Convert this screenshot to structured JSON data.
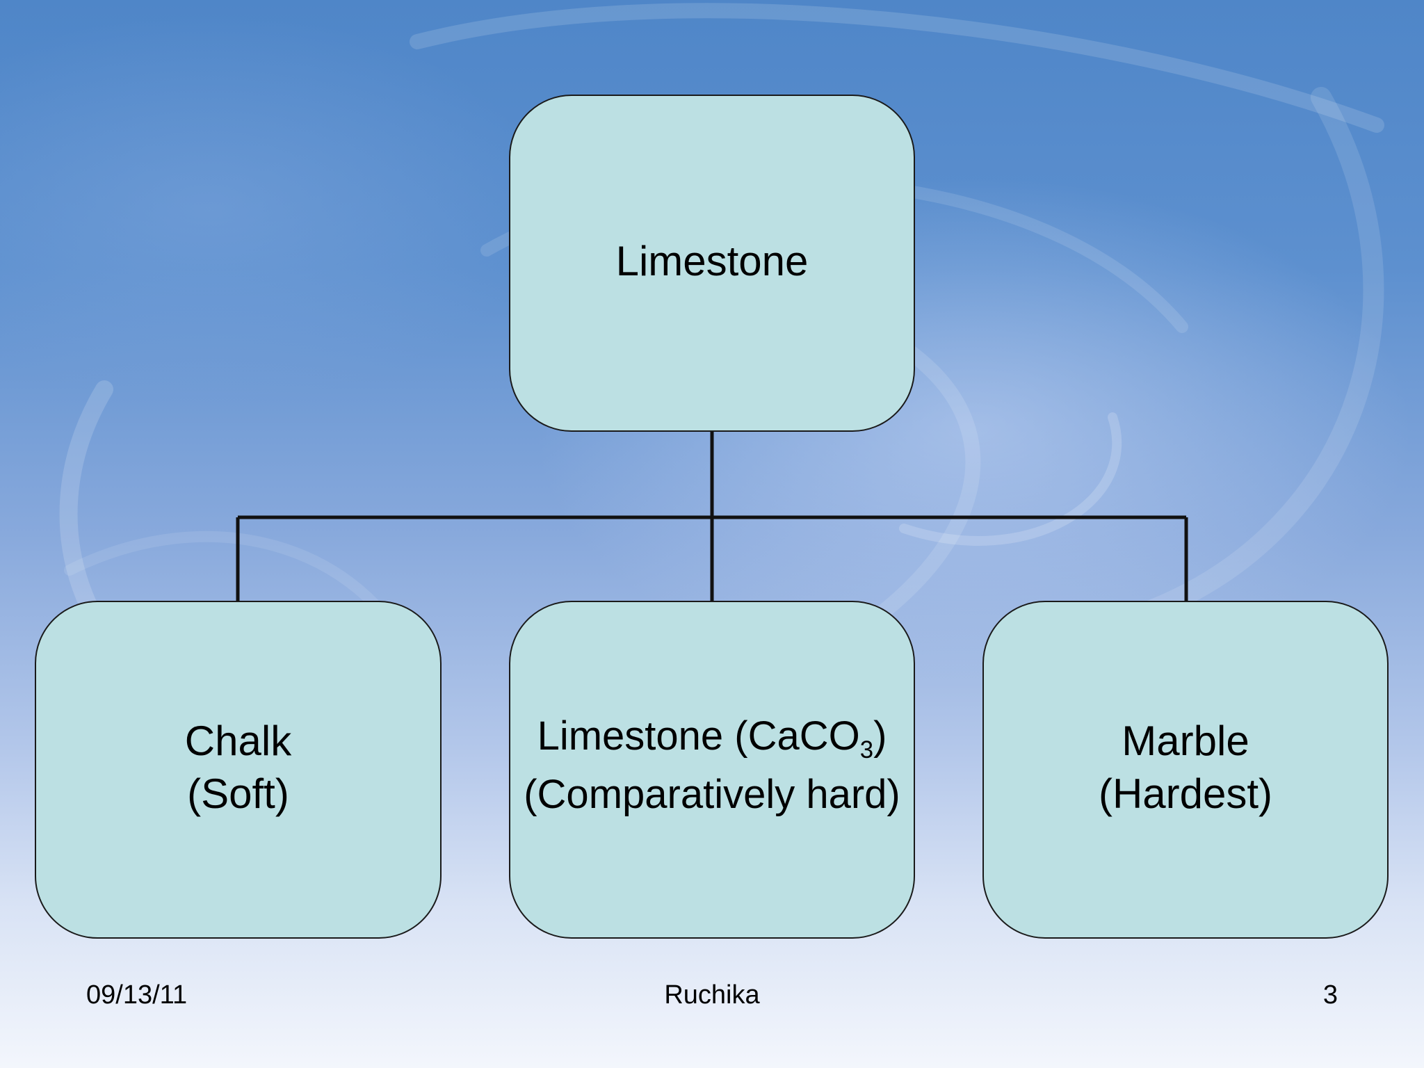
{
  "diagram": {
    "root": {
      "label": "Limestone"
    },
    "children": [
      {
        "line1": "Chalk",
        "line2": "(Soft)"
      },
      {
        "line1_main": "Limestone (CaCO",
        "line1_sub": "3",
        "line1_end": ")",
        "line2": "(Comparatively hard)"
      },
      {
        "line1": "Marble",
        "line2": "(Hardest)"
      }
    ]
  },
  "footer": {
    "date": "09/13/11",
    "author": "Ruchika",
    "page": "3"
  },
  "colors": {
    "box_fill": "#bce0e3",
    "box_border": "#1a1a1a",
    "connector": "#111111"
  }
}
